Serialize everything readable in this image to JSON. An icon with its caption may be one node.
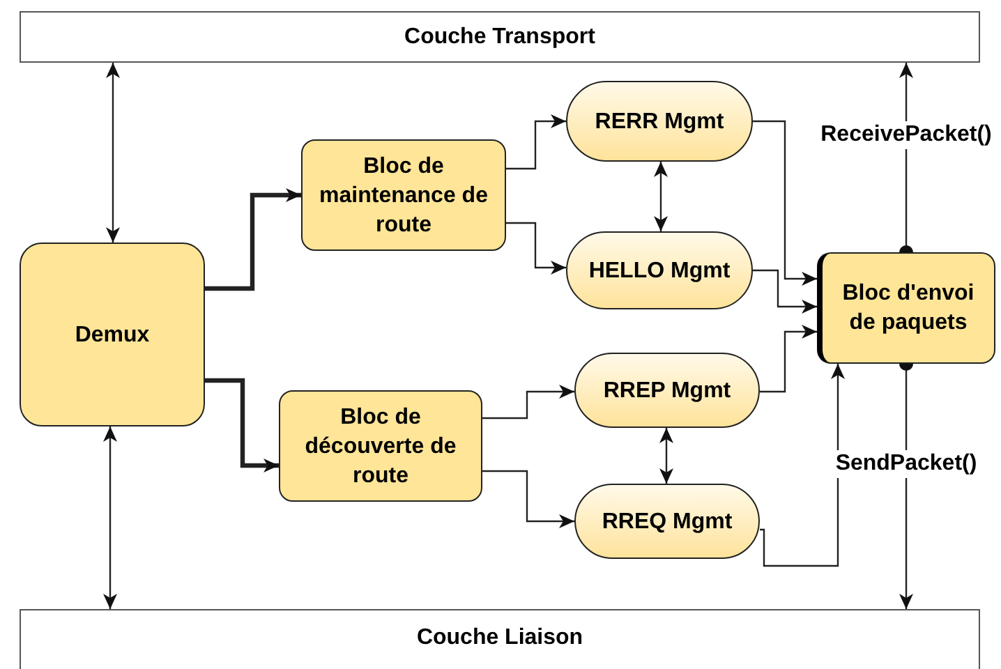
{
  "diagram": {
    "nodes": [
      {
        "text": [
          "Couche Transport"
        ]
      },
      {
        "text": [
          "Demux"
        ]
      },
      {
        "text": [
          "Bloc de maintenance de route"
        ]
      },
      {
        "text": [
          "Bloc de découverte de route"
        ]
      },
      {
        "text": [
          "RERR Mgmt"
        ]
      },
      {
        "text": [
          "HELLO Mgmt"
        ]
      },
      {
        "text": [
          "RREP Mgmt"
        ]
      },
      {
        "text": [
          "RREQ Mgmt"
        ]
      },
      {
        "text": [
          "Bloc d'envoi de paquets"
        ]
      },
      {
        "text": [
          "Couche Liaison"
        ]
      }
    ],
    "edges": [
      {
        "from": 1,
        "to": 0,
        "arrow": "both"
      },
      {
        "from": 1,
        "to": 9,
        "arrow": "both"
      },
      {
        "from": 1,
        "to": 2,
        "arrow": "to",
        "style": "thick"
      },
      {
        "from": 1,
        "to": 3,
        "arrow": "to",
        "style": "thick"
      },
      {
        "from": 2,
        "to": 4,
        "arrow": "to"
      },
      {
        "from": 2,
        "to": 5,
        "arrow": "to"
      },
      {
        "from": 3,
        "to": 6,
        "arrow": "to"
      },
      {
        "from": 3,
        "to": 7,
        "arrow": "to"
      },
      {
        "from": 4,
        "to": 5,
        "arrow": "both"
      },
      {
        "from": 6,
        "to": 7,
        "arrow": "both"
      },
      {
        "from": 4,
        "to": 8,
        "arrow": "to"
      },
      {
        "from": 5,
        "to": 8,
        "arrow": "to"
      },
      {
        "from": 6,
        "to": 8,
        "arrow": "to"
      },
      {
        "from": 7,
        "to": 8,
        "arrow": "to"
      },
      {
        "from": 8,
        "to": 0,
        "arrow": "to",
        "label": "ReceivePacket()"
      },
      {
        "from": 8,
        "to": 9,
        "arrow": "to",
        "label": "SendPacket()"
      }
    ]
  }
}
